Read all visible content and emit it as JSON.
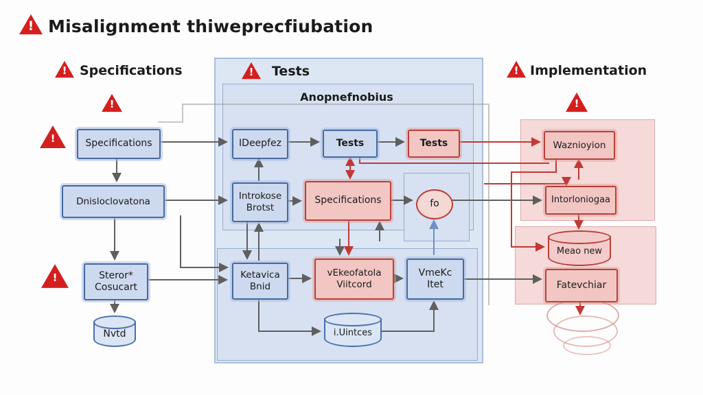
{
  "title": {
    "text": "Misalignment thiweprecfiubation"
  },
  "headers": {
    "left": "Specifications",
    "middle": "Tests",
    "right": "Implementation"
  },
  "left_column": {
    "specifications_box": "Specifications",
    "dnislo_box": "Dnisloclovatona",
    "sterol_box": {
      "line1": "Steror*",
      "line2": "Cosucart"
    },
    "database_cylinder": "Nvtd"
  },
  "middle_panel": {
    "title": "Anopnefnobius",
    "ideepfez_box": "IDeepfez",
    "tests_blue_box": "Tests",
    "tests_red_box": "Tests",
    "introkose_box": {
      "line1": "Introkose",
      "line2": "Brotst"
    },
    "specifications_red_box": "Specifications",
    "fo_ellipse": "fo",
    "ketavica_box": {
      "line1": "Ketavica",
      "line2": "Bnid"
    },
    "vekeofatola_box": {
      "line1": "vEkeofatola",
      "line2": "Viitcord"
    },
    "vmekc_box": {
      "line1": "VmeKc",
      "line2": "Itet"
    },
    "uintces_cylinder": "i.Uintces"
  },
  "right_panel": {
    "waznioyion_box": "Waznioyion",
    "intorloniogaa_box": "Intorloniogaa",
    "mego_cylinder": "Meao new",
    "fatevchiar_box": "Fatevchiar"
  },
  "colors": {
    "warning_red": "#d41f1f",
    "blue_box_fill": "#cdd9ee",
    "blue_box_border": "#46699f",
    "red_box_fill": "#f2c6c3",
    "red_box_border": "#b84038",
    "blue_panel_fill": "#dde6f3",
    "pink_panel_fill": "#f6d9d9",
    "arrow_gray": "#5f5f5f",
    "arrow_red": "#c03a35"
  }
}
